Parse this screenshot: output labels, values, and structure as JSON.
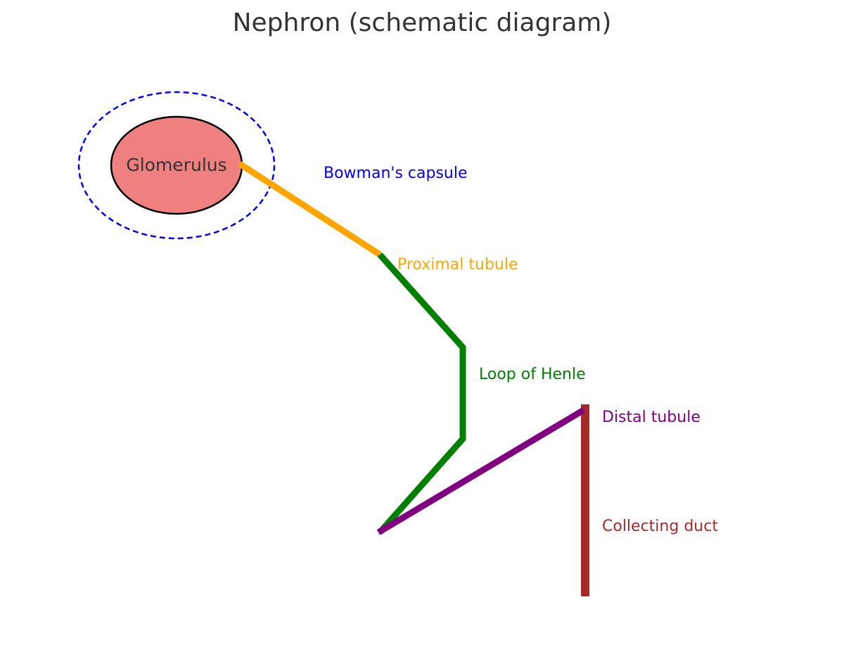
{
  "title": "Nephron (schematic diagram)",
  "colors": {
    "title_text": "#333333",
    "glomerulus_fill": "#f08080",
    "glomerulus_stroke": "#000000",
    "capsule": "#0000ee",
    "proximal_tubule": "#ffa500",
    "loop_of_henle": "#008000",
    "distal_tubule": "#800080",
    "collecting_duct": "#a52a2a"
  },
  "labels": {
    "glomerulus": "Glomerulus",
    "bowmans_capsule": "Bowman's capsule",
    "proximal_tubule": "Proximal tubule",
    "loop_of_henle": "Loop of Henle",
    "distal_tubule": "Distal tubule",
    "collecting_duct": "Collecting duct"
  }
}
